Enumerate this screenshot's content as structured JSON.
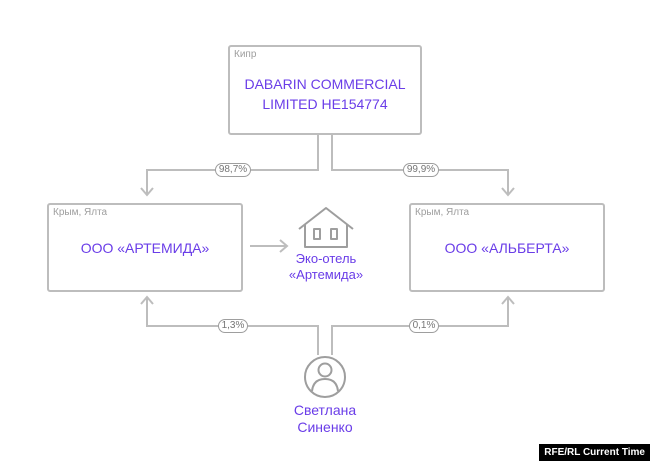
{
  "colors": {
    "accent": "#6a3de8",
    "line": "#bdbdbd",
    "text_muted": "#9e9e9e"
  },
  "top_entity": {
    "location": "Кипр",
    "name_line1": "DABARIN COMMERCIAL",
    "name_line2": "LIMITED HE154774"
  },
  "left_entity": {
    "location": "Крым, Ялта",
    "name": "ООО «АРТЕМИДА»"
  },
  "right_entity": {
    "location": "Крым, Ялта",
    "name": "ООО «АЛЬБЕРТА»"
  },
  "ownership": {
    "top_to_left": "98,7%",
    "top_to_right": "99,9%",
    "person_to_left": "1,3%",
    "person_to_right": "0,1%"
  },
  "hotel": {
    "icon": "house-icon",
    "line1": "Эко-отель",
    "line2": "«Артемида»"
  },
  "person": {
    "icon": "person-avatar-icon",
    "line1": "Светлана",
    "line2": "Синенко"
  },
  "credit": "RFE/RL Current Time"
}
